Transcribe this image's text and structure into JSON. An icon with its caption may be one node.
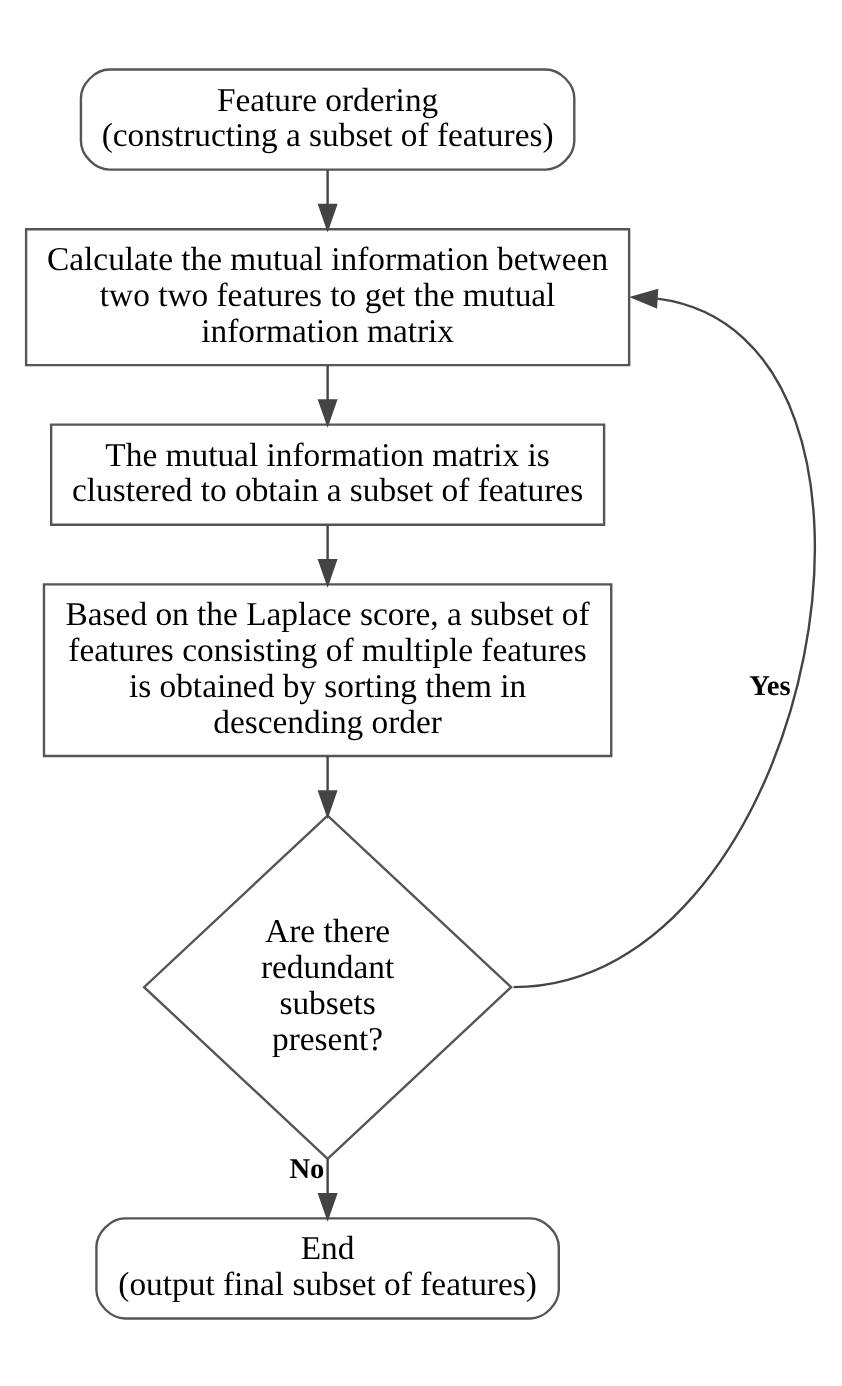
{
  "diagram": {
    "nodes": [
      {
        "text": [
          "Feature ordering",
          "(constructing a subset of features)"
        ]
      },
      {
        "text": [
          "Calculate the mutual information between two two features to get the mutual information matrix"
        ]
      },
      {
        "text": [
          "The mutual information matrix is clustered to obtain a subset of features"
        ]
      },
      {
        "text": [
          "Based on the Laplace score, a subset of features consisting of multiple features is obtained by sorting them in descending order"
        ]
      },
      {
        "text": [
          "Are there redundant subsets present?"
        ]
      },
      {
        "text": [
          "End",
          "(output final subset of features)"
        ]
      }
    ],
    "edges": [
      {
        "from": 0,
        "to": 1,
        "arrow": "to"
      },
      {
        "from": 1,
        "to": 2,
        "arrow": "to"
      },
      {
        "from": 2,
        "to": 3,
        "arrow": "to"
      },
      {
        "from": 3,
        "to": 4,
        "arrow": "to"
      },
      {
        "from": 4,
        "to": 1,
        "arrow": "to",
        "label": "Yes"
      },
      {
        "from": 4,
        "to": 5,
        "arrow": "to",
        "label": "No"
      }
    ]
  }
}
